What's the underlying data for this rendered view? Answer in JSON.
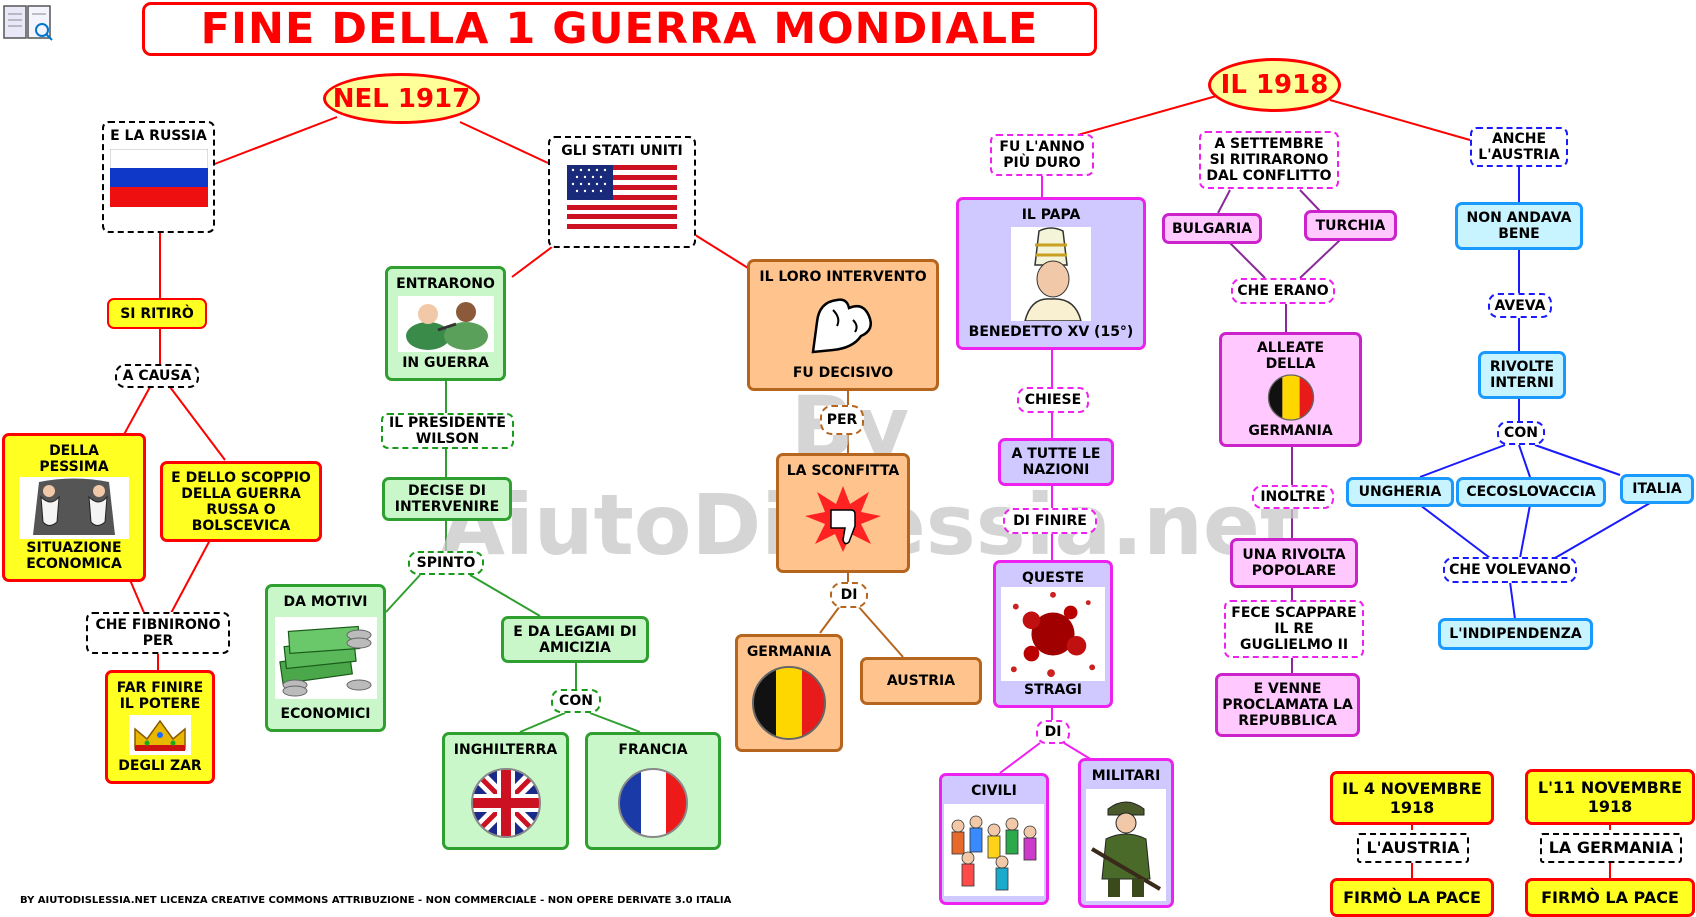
{
  "title": "FINE DELLA 1 GUERRA  MONDIALE",
  "watermark": "By AiutoDislessia.net",
  "footer": "BY AIUTODISLESSIA.NET LICENZA CREATIVE COMMONS ATTRIBUZIONE - NON COMMERCIALE - NON OPERE DERIVATE 3.0 ITALIA",
  "colors": {
    "title_red": "#ff0000",
    "yellow": "#ffff22",
    "green": "#c9f7c9",
    "orange": "#ffc48e",
    "lilac": "#cfc9ff",
    "pink": "#ffc8ff",
    "cyan": "#c8f4ff"
  },
  "y1917": {
    "label": "NEL 1917",
    "russia": {
      "header": "E LA RUSSIA",
      "flag": "russia-flag-icon"
    },
    "si_ritiro": "SI RITIRÒ",
    "a_causa": "A CAUSA",
    "pessima": {
      "top": "DELLA PESSIMA",
      "bottom": "SITUAZIONE ECONOMICA",
      "icon": "empty-pockets-icon"
    },
    "scoppio": "E DELLO SCOPPIO DELLA GUERRA RUSSA O BOLSCEVICA",
    "che_finirono": "CHE FIBNIRONO PER",
    "far_finire": {
      "top": "FAR FINIRE IL POTERE",
      "bottom": "DEGLI ZAR",
      "icon": "crown-icon"
    },
    "usa": {
      "header": "GLI STATI UNITI",
      "flag": "usa-flag-icon"
    },
    "entrarono": {
      "top": "ENTRARONO",
      "bottom": "IN GUERRA",
      "icon": "soldiers-icon"
    },
    "presidente": "IL PRESIDENTE WILSON",
    "decise": "DECISE DI INTERVENIRE",
    "spinto": "SPINTO",
    "motivi": {
      "top": "DA MOTIVI",
      "bottom": "ECONOMICI",
      "icon": "money-icon"
    },
    "legami": "E DA LEGAMI DI AMICIZIA",
    "con": "CON",
    "inghilterra": {
      "label": "INGHILTERRA",
      "flag": "uk-flag-icon"
    },
    "francia": {
      "label": "FRANCIA",
      "flag": "france-flag-icon"
    },
    "intervento": {
      "top": "IL LORO INTERVENTO",
      "bottom": "FU DECISIVO",
      "icon": "muscle-arm-icon"
    },
    "per": "PER",
    "sconfitta": {
      "label": "LA SCONFITTA",
      "icon": "thumbs-down-icon"
    },
    "di": "DI",
    "germania": {
      "label": "GERMANIA",
      "flag": "germany-flag-icon"
    },
    "austria": "AUSTRIA"
  },
  "y1918": {
    "label": "IL 1918",
    "anno_duro": "FU  L'ANNO PIÙ DURO",
    "papa": {
      "top": "IL PAPA",
      "bottom": "BENEDETTO XV (15°)",
      "icon": "pope-icon"
    },
    "chiese": "CHIESE",
    "nazioni": "A TUTTE LE NAZIONI",
    "di_finire": "DI FINIRE",
    "stragi": {
      "top": "QUESTE",
      "bottom": "STRAGI",
      "icon": "blood-splatter-icon"
    },
    "di": "DI",
    "civili": {
      "label": "CIVILI",
      "icon": "civilians-icon"
    },
    "militari": {
      "label": "MILITARI",
      "icon": "soldier-icon"
    },
    "settembre": "A SETTEMBRE SI RITIRARONO DAL CONFLITTO",
    "bulgaria": "BULGARIA",
    "turchia": "TURCHIA",
    "che_erano": "CHE ERANO",
    "alleate": {
      "top": "ALLEATE DELLA",
      "bottom": "GERMANIA",
      "flag": "germany-flag-icon"
    },
    "inoltre": "INOLTRE",
    "rivolta": "UNA RIVOLTA POPOLARE",
    "fece": "FECE SCAPPARE IL RE GUGLIELMO II",
    "venne": "E VENNE PROCLAMATA LA REPUBBLICA",
    "anche_austria": "ANCHE L'AUSTRIA",
    "non_andava": "NON ANDAVA BENE",
    "aveva": "AVEVA",
    "rivolte": "RIVOLTE INTERNI",
    "con": "CON",
    "ungheria": "UNGHERIA",
    "cecoslovacchia": "CECOSLOVACCIA",
    "italia": "ITALIA",
    "che_volevano": "CHE VOLEVANO",
    "indipendenza": "L'INDIPENDENZA",
    "nov4": "IL 4 NOVEMBRE 1918",
    "laustria": "L'AUSTRIA",
    "firmo1": "FIRMÒ LA PACE",
    "nov11": "L'11 NOVEMBRE 1918",
    "lagermania": "LA GERMANIA",
    "firmo2": "FIRMÒ LA PACE"
  }
}
